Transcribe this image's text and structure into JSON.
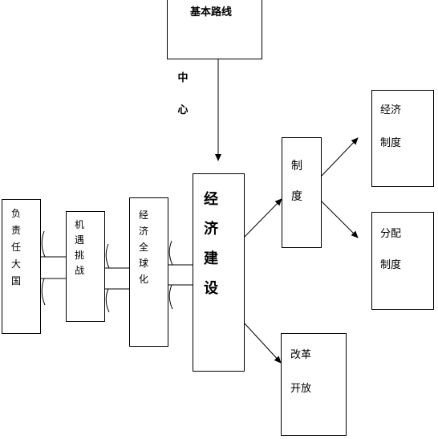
{
  "nodes": {
    "basic_line": "基本路线",
    "center": "中心",
    "responsible_power": "负责任大国",
    "opportunity_challenge": "机遇挑战",
    "globalization": "经济全球化",
    "economic_construction": "经济建设",
    "system": "制度",
    "economic_system": {
      "line1": "经济",
      "line2": "制度"
    },
    "distribution_system": {
      "line1": "分配",
      "line2": "制度"
    },
    "reform_opening": {
      "line1": "改革",
      "line2": "开放"
    }
  }
}
